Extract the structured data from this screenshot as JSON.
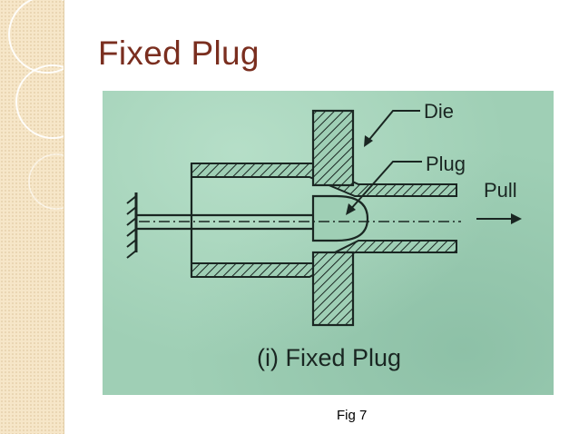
{
  "slide": {
    "title": "Fixed Plug",
    "figure_caption": "Fig 7"
  },
  "diagram": {
    "labels": {
      "die": "Die",
      "plug": "Plug",
      "pull": "Pull"
    },
    "subcaption": "(i) Fixed Plug"
  },
  "colors": {
    "title": "#7a2e1f",
    "side_band": "#f6e6c8",
    "photo_background": "#9fcfb5",
    "ink": "#1a2622"
  }
}
